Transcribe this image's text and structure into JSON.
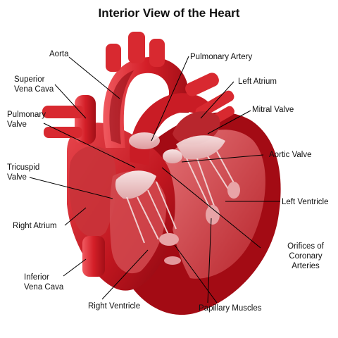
{
  "title": "Interior View of the Heart",
  "labels": {
    "aorta": "Aorta",
    "superior_vena_cava": "Superior\nVena Cava",
    "pulmonary_valve": "Pulmonary\nValve",
    "tricuspid_valve": "Tricuspid\nValve",
    "right_atrium": "Right Atrium",
    "inferior_vena_cava": "Inferior\nVena Cava",
    "right_ventricle": "Right Ventricle",
    "papillary_muscles": "Papillary Muscles",
    "orifices_of_coronary_arteries": "Orifices of\nCoronary\nArteries",
    "left_ventricle": "Left Ventricle",
    "aortic_valve": "Aortic Valve",
    "mitral_valve": "Mitral Valve",
    "left_atrium": "Left Atrium",
    "pulmonary_artery": "Pulmonary Artery"
  },
  "colors": {
    "background": "#ffffff",
    "muscle": "#c0161f",
    "dark_muscle": "#8a0710",
    "chamber_interior": "#d0494f",
    "valve_tissue": "#f0d4d4",
    "leader_line": "#000000"
  }
}
